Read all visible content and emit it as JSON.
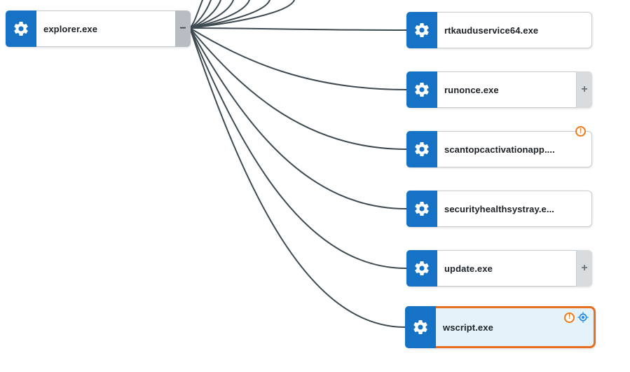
{
  "diagram": {
    "parent": {
      "label": "explorer.exe"
    },
    "children": [
      {
        "label": "rtkauduservice64.exe"
      },
      {
        "label": "runonce.exe",
        "expandable": true
      },
      {
        "label": "scantopcactivationapp....",
        "warning": true
      },
      {
        "label": "securityhealthsystray.e..."
      },
      {
        "label": "update.exe",
        "expandable": true
      },
      {
        "label": "wscript.exe",
        "warning": true,
        "selected": true,
        "targeted": true
      }
    ]
  },
  "ui": {
    "collapse_glyph": "−",
    "expand_glyph": "+",
    "warning_glyph": "!"
  },
  "colors": {
    "process_icon_blue": "#1572c5",
    "edge_dark": "#3e4a52",
    "warning_orange": "#ef7918",
    "selection_orange": "#e76f1f",
    "selected_bg": "#e4f2fa",
    "target_blue": "#1e88e5"
  }
}
